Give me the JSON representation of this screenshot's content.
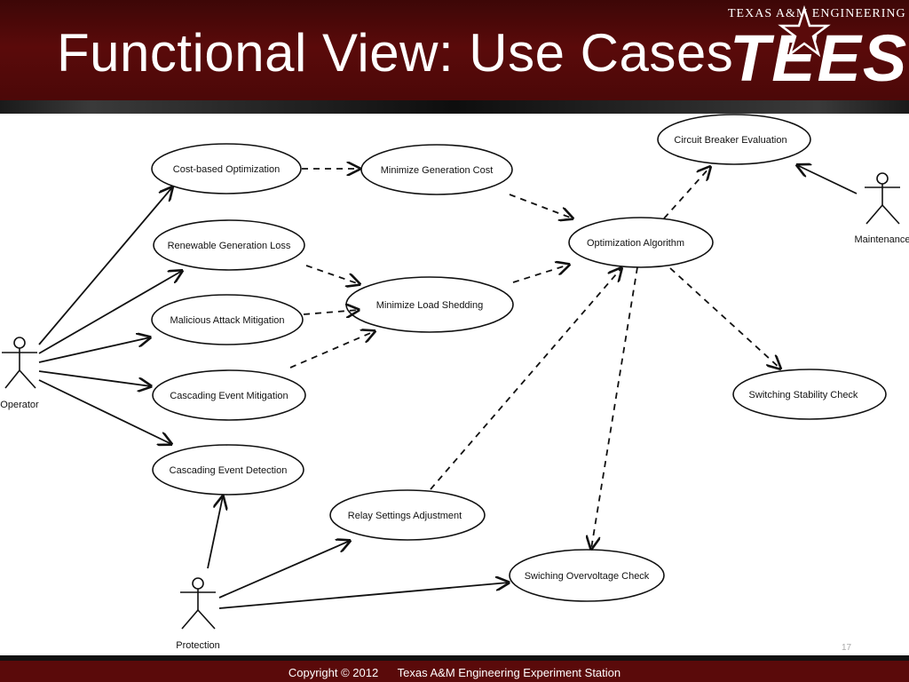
{
  "slide": {
    "title": "Functional View: Use Cases",
    "logo_top": "TEXAS A&M ENGINEERING",
    "logo_word": "TEES",
    "footer": "Copyright © 2012      Texas A&M Engineering Experiment Station",
    "page_number": "17"
  },
  "diagram": {
    "actors": {
      "operator": "Operator",
      "protection": "Protection",
      "maintenance": "Maintenance"
    },
    "use_cases": {
      "cost_based_optimization": "Cost-based Optimization",
      "renewable_generation_loss": "Renewable Generation Loss",
      "malicious_attack_mitigation": "Malicious Attack Mitigation",
      "cascading_event_mitigation": "Cascading Event Mitigation",
      "cascading_event_detection": "Cascading Event Detection",
      "minimize_generation_cost": "Minimize Generation Cost",
      "minimize_load_shedding": "Minimize Load Shedding",
      "optimization_algorithm": "Optimization Algorithm",
      "circuit_breaker_evaluation": "Circuit Breaker Evaluation",
      "switching_stability_check": "Switching Stability Check",
      "relay_settings_adjustment": "Relay Settings Adjustment",
      "swiching_overvoltage_check": "Swiching Overvoltage Check"
    }
  }
}
